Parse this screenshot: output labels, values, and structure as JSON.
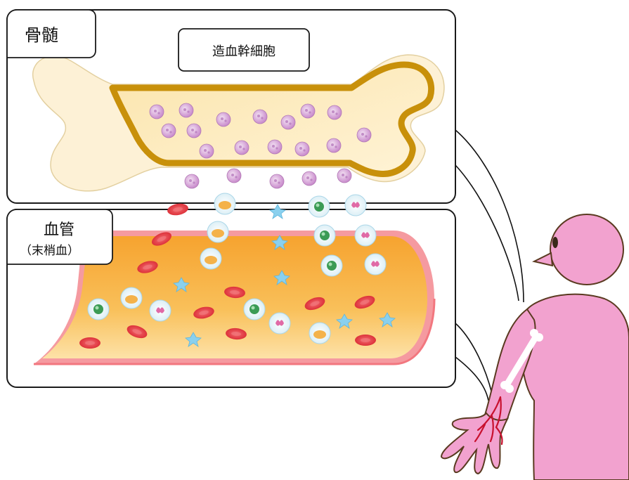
{
  "panels": {
    "bone_marrow": {
      "label": "骨髄"
    },
    "stem_cell": {
      "label": "造血幹細胞"
    },
    "blood_vessel": {
      "label": "血管",
      "sublabel": "（末梢血）"
    }
  },
  "colors": {
    "panel_border": "#1a1a1a",
    "bone_outline": "#c8900a",
    "bone_inner": "#fce6b0",
    "stem_cell": "#d8a2d8",
    "red_blood_cell": "#e03a45",
    "vessel_fill": "#f8b545",
    "vessel_wall": "#f08585",
    "person_skin": "#f2a2cf",
    "person_outline": "#5a3a20",
    "blood_vessel_arm": "#c8102e",
    "platelet": "#8ad0ee"
  },
  "icons": {
    "stem_cell": "purple-dotted-circle",
    "red_blood_cell": "red-biconcave-disc",
    "white_blood_cell": "white-cell-with-nucleus",
    "platelet": "star-shaped-platelet"
  }
}
